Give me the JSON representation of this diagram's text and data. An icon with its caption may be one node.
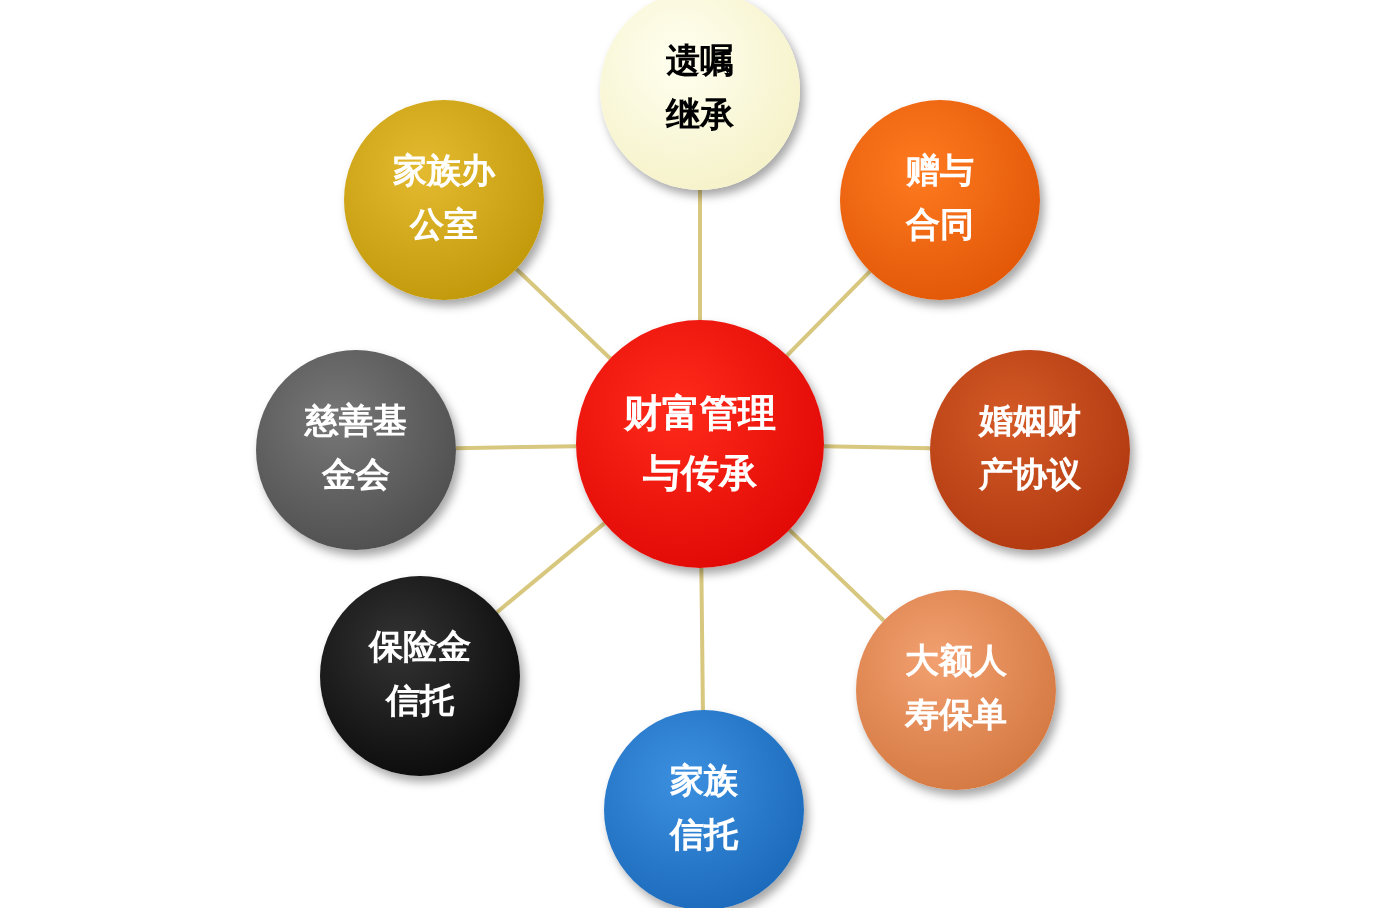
{
  "diagram": {
    "nodes": [
      {
        "text": [
          "财富管理与传承"
        ]
      },
      {
        "text": [
          "遗嘱继承"
        ]
      },
      {
        "text": [
          "赠与合同"
        ]
      },
      {
        "text": [
          "婚姻财产协议"
        ]
      },
      {
        "text": [
          "大额人寿保单"
        ]
      },
      {
        "text": [
          "家族信托"
        ]
      },
      {
        "text": [
          "保险金信托"
        ]
      },
      {
        "text": [
          "慈善基金会"
        ]
      },
      {
        "text": [
          "家族办公室"
        ]
      }
    ],
    "edges": [
      {
        "from": 0,
        "to": 1,
        "arrow": "none"
      },
      {
        "from": 0,
        "to": 2,
        "arrow": "none"
      },
      {
        "from": 0,
        "to": 3,
        "arrow": "none"
      },
      {
        "from": 0,
        "to": 4,
        "arrow": "none"
      },
      {
        "from": 0,
        "to": 5,
        "arrow": "none"
      },
      {
        "from": 0,
        "to": 6,
        "arrow": "none"
      },
      {
        "from": 0,
        "to": 7,
        "arrow": "none"
      },
      {
        "from": 0,
        "to": 8,
        "arrow": "none"
      }
    ]
  }
}
